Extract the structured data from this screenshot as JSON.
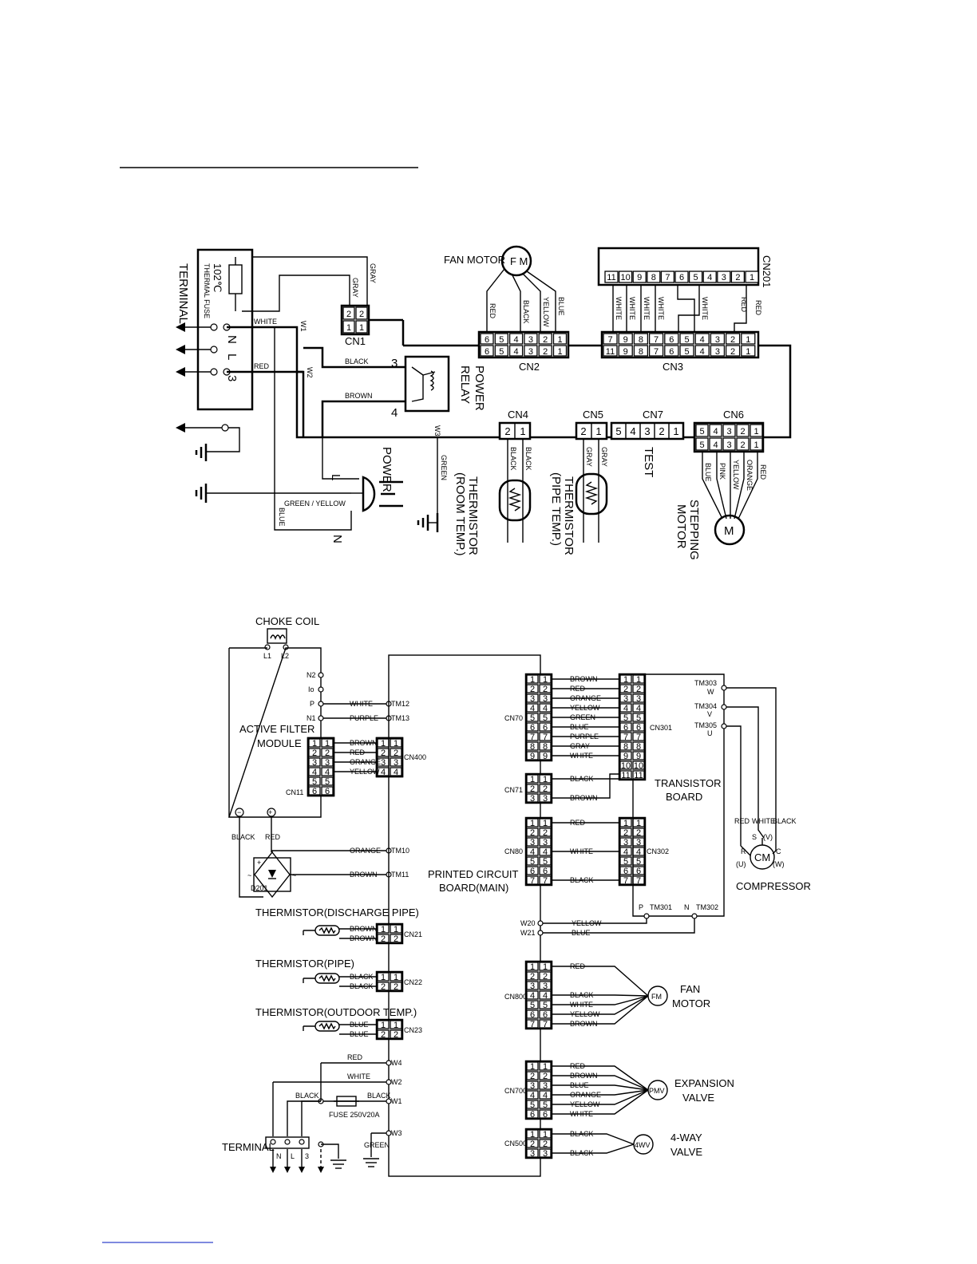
{
  "indoor": {
    "terminal": "TERMINAL",
    "thermal_fuse": "THERMAL FUSE",
    "thermal_fuse_temp": "102℃",
    "terminal_n": "N",
    "terminal_l": "L",
    "terminal_3": "3",
    "fan_motor": "FAN MOTOR",
    "fan_motor_symbol": "F M",
    "power_relay_1": "POWER",
    "power_relay_2": "RELAY",
    "relay_pin3": "3",
    "relay_pin4": "4",
    "power": "POWER",
    "power_l": "L",
    "power_n": "N",
    "thermistor_room_1": "THERMISTOR",
    "thermistor_room_2": "(ROOM TEMP.)",
    "thermistor_pipe_1": "THERMISTOR",
    "thermistor_pipe_2": "(PIPE TEMP.)",
    "test": "TEST",
    "stepping_motor_1": "STEPPING",
    "stepping_motor_2": "MOTOR",
    "stepping_motor_symbol": "M",
    "w1": "W1",
    "w2": "W2",
    "w3": "W3",
    "white": "WHITE",
    "red": "RED",
    "black": "BLACK",
    "brown": "BROWN",
    "gray": "GRAY",
    "green": "GREEN",
    "blue": "BLUE",
    "green_yellow": "GREEN / YELLOW",
    "yellow": "YELLOW",
    "pink": "PINK",
    "orange": "ORANGE",
    "connectors": {
      "cn1": "CN1",
      "cn2": "CN2",
      "cn3": "CN3",
      "cn4": "CN4",
      "cn5": "CN5",
      "cn6": "CN6",
      "cn7": "CN7",
      "cn201": "CN201"
    },
    "fan_wires": [
      "RED",
      "BLACK",
      "YELLOW",
      "BLUE"
    ],
    "cn201_wires": [
      "WHITE",
      "WHITE",
      "WHITE",
      "WHITE",
      "WHITE",
      "RED"
    ],
    "stepping_wires": [
      "BLUE",
      "PINK",
      "YELLOW",
      "ORANGE",
      "RED"
    ],
    "cn2_pins": [
      "6",
      "5",
      "4",
      "3",
      "2",
      "1"
    ],
    "cn3_pins": [
      "11",
      "9",
      "8",
      "7",
      "6",
      "5",
      "4",
      "3",
      "2",
      "1"
    ],
    "cn201_pins": [
      "11",
      "10",
      "9",
      "8",
      "7",
      "6",
      "5",
      "4",
      "3",
      "2",
      "1"
    ]
  },
  "outdoor": {
    "choke_coil": "CHOKE COIL",
    "l1": "L1",
    "l2": "L2",
    "active_filter_1": "ACTIVE FILTER",
    "active_filter_2": "MODULE",
    "af_terms": [
      "N2",
      "Io",
      "P",
      "N1"
    ],
    "cn11": "CN11",
    "cn400": "CN400",
    "black": "BLACK",
    "red": "RED",
    "d201": "D201",
    "tm10": "TM10",
    "tm11": "TM11",
    "tm12": "TM12",
    "tm13": "TM13",
    "white": "WHITE",
    "purple": "PURPLE",
    "orange": "ORANGE",
    "brown": "BROWN",
    "cn400_wires": [
      "BROWN",
      "RED",
      "ORANGE",
      "YELLOW"
    ],
    "pcb_1": "PRINTED CIRCUIT",
    "pcb_2": "BOARD(MAIN)",
    "thermistor_discharge": "THERMISTOR(DISCHARGE PIPE)",
    "thermistor_pipe": "THERMISTOR(PIPE)",
    "thermistor_outdoor": "THERMISTOR(OUTDOOR TEMP.)",
    "cn21": "CN21",
    "cn22": "CN22",
    "cn23": "CN23",
    "cn21_wires": [
      "BROWN",
      "BROWN"
    ],
    "cn22_wires": [
      "BLACK",
      "BLACK"
    ],
    "cn23_wires": [
      "BLUE",
      "BLUE"
    ],
    "w1": "W1",
    "w2": "W2",
    "w3": "W3",
    "w4": "W4",
    "w20": "W20",
    "w21": "W21",
    "fuse": "FUSE 250V20A",
    "terminal": "TERMINAL",
    "terminal_n": "N",
    "terminal_l": "L",
    "terminal_3": "3",
    "green": "GREEN",
    "cn70": "CN70",
    "cn70_wires": [
      "BROWN",
      "RED",
      "ORANGE",
      "YELLOW",
      "GREEN",
      "BLUE",
      "PURPLE",
      "GRAY",
      "WHITE"
    ],
    "cn301": "CN301",
    "cn71": "CN71",
    "cn71_wires": [
      "BLACK",
      "BROWN"
    ],
    "cn80": "CN80",
    "cn80_wires": [
      "RED",
      "WHITE",
      "BLACK"
    ],
    "cn302": "CN302",
    "transistor_1": "TRANSISTOR",
    "transistor_2": "BOARD",
    "tm301": "TM301",
    "tm302": "TM302",
    "p": "P",
    "n": "N",
    "yellow": "YELLOW",
    "blue": "BLUE",
    "tm303": "TM303",
    "tm304": "TM304",
    "tm305": "TM305",
    "tm_w": "W",
    "tm_v": "V",
    "tm_u": "U",
    "comp_wires": [
      "RED",
      "WHITE",
      "BLACK"
    ],
    "compressor": "COMPRESSOR",
    "comp_s": "S",
    "comp_v": "(V)",
    "comp_r": "R",
    "comp_c": "C",
    "comp_u": "(U)",
    "comp_w": "(W)",
    "comp_symbol": "CM",
    "cn800": "CN800",
    "cn800_wires": [
      "RED",
      "BLACK",
      "WHITE",
      "YELLOW",
      "BROWN"
    ],
    "fan_motor_1": "FAN",
    "fan_motor_2": "MOTOR",
    "fm": "FM",
    "cn700": "CN700",
    "cn700_wires": [
      "RED",
      "BROWN",
      "BLUE",
      "ORANGE",
      "YELLOW",
      "WHITE"
    ],
    "expansion_1": "EXPANSION",
    "expansion_2": "VALVE",
    "pmv": "PMV",
    "cn500": "CN500",
    "cn500_wires": [
      "BLACK",
      "BLACK"
    ],
    "fourway_1": "4-WAY",
    "fourway_2": "VALVE",
    "fourwv": "4WV"
  }
}
